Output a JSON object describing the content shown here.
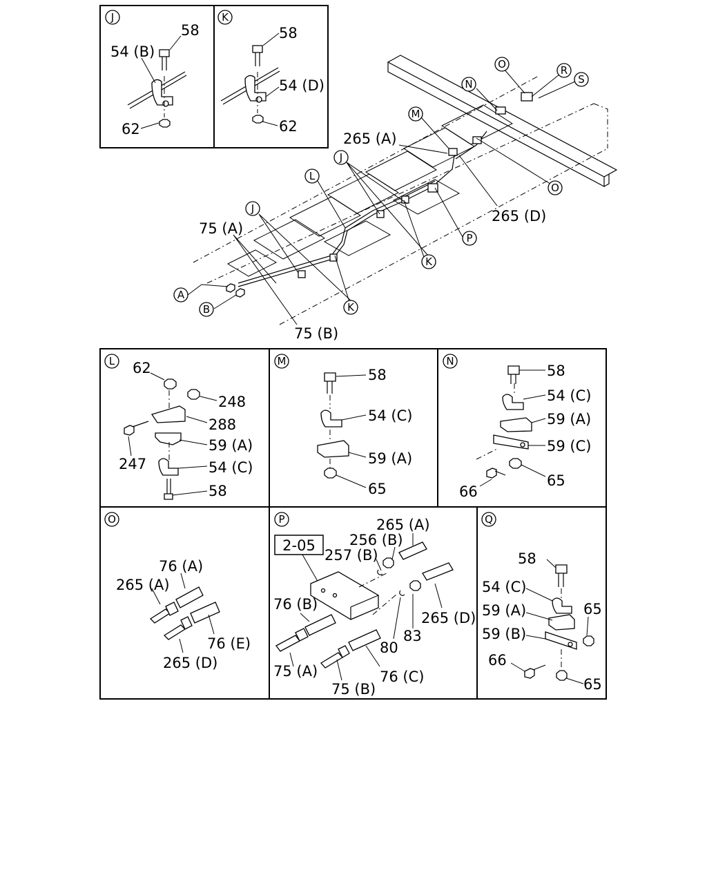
{
  "callouts": [
    "J",
    "K",
    "L",
    "M",
    "N",
    "O",
    "P",
    "Q",
    "A",
    "B",
    "R",
    "S"
  ],
  "panels": {
    "J": {
      "letter": "J",
      "labels": [
        "58",
        "54 (B)",
        "62"
      ]
    },
    "K": {
      "letter": "K",
      "labels": [
        "58",
        "54 (D)",
        "62"
      ]
    },
    "L": {
      "letter": "L",
      "labels": [
        "62",
        "248",
        "288",
        "59 (A)",
        "247",
        "54 (C)",
        "58"
      ]
    },
    "M": {
      "letter": "M",
      "labels": [
        "58",
        "54 (C)",
        "59 (A)",
        "65"
      ]
    },
    "N": {
      "letter": "N",
      "labels": [
        "58",
        "54 (C)",
        "59 (A)",
        "59 (C)",
        "65",
        "66"
      ]
    },
    "O": {
      "letter": "O",
      "labels": [
        "76 (A)",
        "265 (A)",
        "76 (E)",
        "265 (D)"
      ]
    },
    "P": {
      "letter": "P",
      "ref_box": "2-05",
      "labels": [
        "265 (A)",
        "256 (B)",
        "257 (B)",
        "76 (B)",
        "80",
        "83",
        "265 (D)",
        "75 (A)",
        "76 (C)",
        "75 (B)"
      ]
    },
    "Q": {
      "letter": "Q",
      "labels": [
        "58",
        "54 (C)",
        "59 (A)",
        "65",
        "59 (B)",
        "66",
        "65"
      ]
    }
  },
  "overview": {
    "labels": [
      "265 (A)",
      "265 (D)",
      "75 (A)",
      "75 (B)"
    ]
  }
}
